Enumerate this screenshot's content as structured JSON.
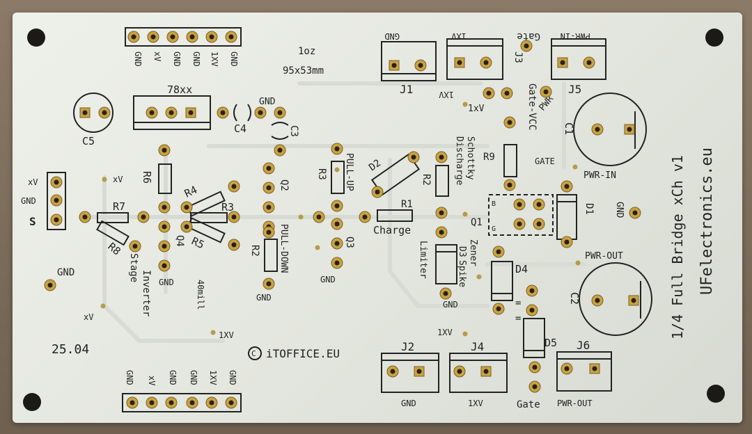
{
  "board": {
    "title": "1/4 Full Bridge xCh v1",
    "website": "UFelectronics.eu",
    "copyright": "iTOFFICE.EU",
    "date": "25.04",
    "copper": "1oz",
    "size": "95x53mm",
    "trace_note": "40mill",
    "colors": {
      "board": "#e8eae4",
      "silk": "#222222",
      "pad": "#c8a244"
    }
  },
  "header_top": {
    "pins": [
      "GND",
      "xV",
      "GND",
      "GND",
      "1XV",
      "GND"
    ]
  },
  "header_bottom": {
    "pins": [
      "GND",
      "xV",
      "GND",
      "GND",
      "1XV",
      "GND"
    ]
  },
  "header_left": {
    "pins": [
      "xV",
      "GND",
      "S"
    ]
  },
  "connectors": {
    "j1": {
      "ref": "J1",
      "label": "GND"
    },
    "j3": {
      "ref": "J3",
      "label": "1XV"
    },
    "gate_top": "Gate",
    "j5": {
      "ref": "J5",
      "label": "PWR-IN"
    },
    "j2": {
      "ref": "J2",
      "label": "GND"
    },
    "j4": {
      "ref": "J4",
      "label": "1XV"
    },
    "gate_bottom": "Gate",
    "j6": {
      "ref": "J6",
      "label": "PWR-OUT"
    }
  },
  "components": {
    "reg": "78xx",
    "c1": "C1",
    "c2": "C2",
    "c3": "C3",
    "c4": "C4",
    "c5": "C5",
    "r1": "R1",
    "r2a": "R2",
    "r2b": "R2",
    "r3a": "R3",
    "r3b": "R3",
    "r4": "R4",
    "r5": "R5",
    "r6": "R6",
    "r7": "R7",
    "r8": "R8",
    "r9": "R9",
    "q1": "Q1",
    "q2": "Q2",
    "q3": "Q3",
    "q4": "Q4",
    "d1": "D1",
    "d2": "D2",
    "d3": "D3",
    "d4": "D4",
    "d5": "D5"
  },
  "labels": {
    "gnd_c4": "GND",
    "pull_up": "PULL-UP",
    "pull_down": "PULL-DOWN",
    "charge": "Charge",
    "schottky": "Schottky",
    "discharge": "Discharge",
    "zener": "Zener",
    "spike": "Spike",
    "limiter": "Limiter",
    "inverter": "Inverter",
    "stage": "Stage",
    "gate_vcc": "Gate-VCC",
    "gate": "GATE",
    "pwr": "PWR",
    "pwr_in": "PWR-IN",
    "pwr_out": "PWR-OUT",
    "gnd_right": "GND",
    "gnd_left": "GND",
    "gnd_q3": "GND",
    "gnd_r2": "GND",
    "gnd_d3": "GND",
    "gnd_q4": "GND",
    "xv_mid": "xV",
    "xv_left": "xV",
    "v1xv_a": "1XV",
    "v1xv_b": "1xV",
    "v1xv_c": "1XV",
    "v1xv_d": "1XV",
    "pin_b": "B",
    "pin_g": "G",
    "eq1": "=",
    "eq2": "="
  }
}
